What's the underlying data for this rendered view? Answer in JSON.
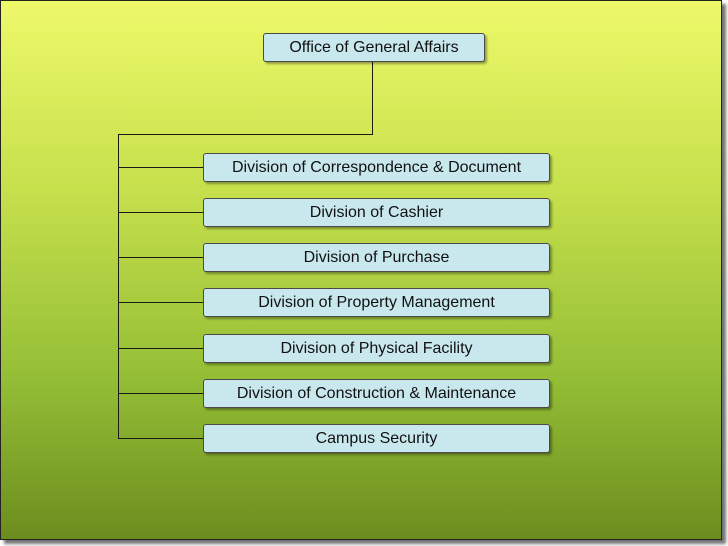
{
  "chart": {
    "root": "Office of General Affairs",
    "children": [
      "Division of Correspondence & Document",
      "Division of Cashier",
      "Division of Purchase",
      "Division of Property Management",
      "Division of Physical Facility",
      "Division of Construction & Maintenance",
      "Campus Security"
    ]
  },
  "colors": {
    "box_fill": "#c9e8ee",
    "gradient_top": "#eef96a",
    "gradient_bottom": "#6c8d1e"
  }
}
